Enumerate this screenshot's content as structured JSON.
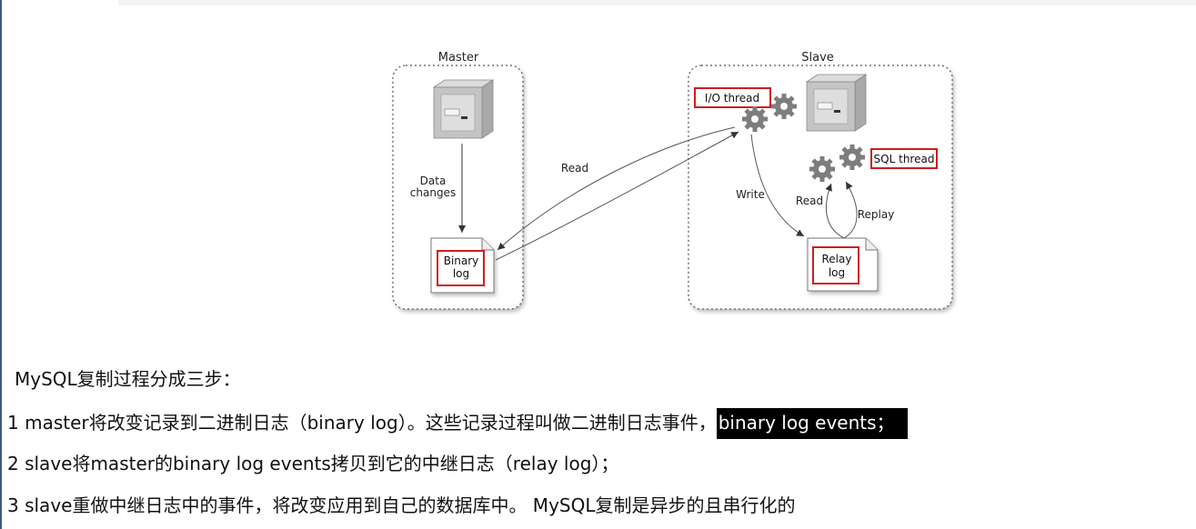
{
  "diagram": {
    "master_label": "Master",
    "slave_label": "Slave",
    "data_changes_lines": [
      "Data",
      "changes"
    ],
    "binary_log_lines": [
      "Binary",
      "log"
    ],
    "relay_log_lines": [
      "Relay",
      "log"
    ],
    "io_thread_label": "I/O thread",
    "sql_thread_label": "SQL thread",
    "read_label_master": "Read",
    "write_label": "Write",
    "read_label_slave": "Read",
    "replay_label": "Replay"
  },
  "text": {
    "heading": "MySQL复制过程分成三步：",
    "step1_main": "1 master将改变记录到二进制日志（binary log）。这些记录过程叫做二进制日志事件，",
    "step1_highlight": "binary log events；",
    "step2": "2 slave将master的binary log events拷贝到它的中继日志（relay log）；",
    "step3": "3 slave重做中继日志中的事件，将改变应用到自己的数据库中。 MySQL复制是异步的且串行化的"
  },
  "colors": {
    "highlight_box": "#cc1e1e",
    "highlight_bg": "#000000",
    "highlight_fg": "#ffffff",
    "gear": "#7d7d7d",
    "server": "#b8b8b8"
  }
}
